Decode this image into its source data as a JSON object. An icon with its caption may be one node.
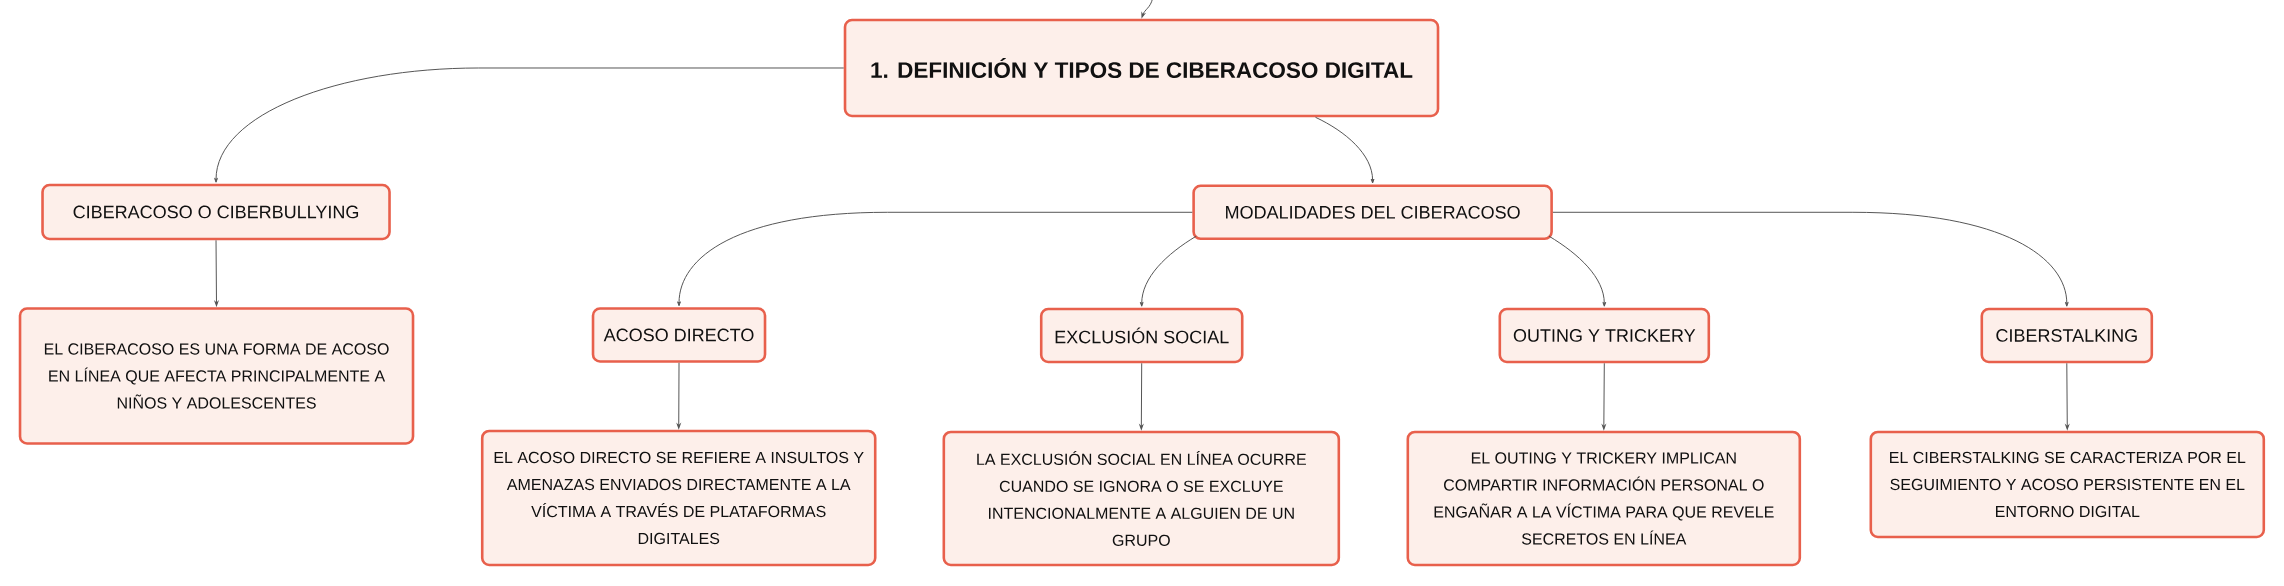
{
  "diagram": {
    "nodes": [
      {
        "text": [
          "1. DEFINICIÓN Y TIPOS DE CIBERACOSO DIGITAL"
        ]
      },
      {
        "text": [
          "CIBERACOSO O CIBERBULLYING"
        ]
      },
      {
        "text": [
          "EL CIBERACOSO ES UNA FORMA DE ACOSO EN LÍNEA QUE AFECTA PRINCIPALMENTE A NIÑOS Y ADOLESCENTES"
        ]
      },
      {
        "text": [
          "MODALIDADES DEL CIBERACOSO"
        ]
      },
      {
        "text": [
          "ACOSO DIRECTO"
        ]
      },
      {
        "text": [
          "EL ACOSO DIRECTO SE REFIERE A INSULTOS Y AMENAZAS ENVIADOS DIRECTAMENTE A LA VÍCTIMA A TRAVÉS DE PLATAFORMAS DIGITALES"
        ]
      },
      {
        "text": [
          "EXCLUSIÓN SOCIAL"
        ]
      },
      {
        "text": [
          "LA EXCLUSIÓN SOCIAL EN LÍNEA OCURRE CUANDO SE IGNORA O SE EXCLUYE INTENCIONALMENTE A ALGUIEN DE UN GRUPO"
        ]
      },
      {
        "text": [
          "OUTING Y TRICKERY"
        ]
      },
      {
        "text": [
          "EL OUTING Y TRICKERY IMPLICAN COMPARTIR INFORMACIÓN PERSONAL O ENGAÑAR A LA VÍCTIMA PARA QUE REVELE SECRETOS EN LÍNEA"
        ]
      },
      {
        "text": [
          "CIBERSTALKING"
        ]
      },
      {
        "text": [
          "EL CIBERSTALKING SE CARACTERIZA POR EL SEGUIMIENTO Y ACOSO PERSISTENTE EN EL ENTORNO DIGITAL"
        ]
      }
    ],
    "edges": [
      {
        "from": null,
        "to": 0,
        "arrow": "to"
      },
      {
        "from": 0,
        "to": 1,
        "arrow": "to"
      },
      {
        "from": 1,
        "to": 2,
        "arrow": "to"
      },
      {
        "from": 0,
        "to": 3,
        "arrow": "to"
      },
      {
        "from": 3,
        "to": 4,
        "arrow": "to"
      },
      {
        "from": 4,
        "to": 5,
        "arrow": "to"
      },
      {
        "from": 3,
        "to": 6,
        "arrow": "to"
      },
      {
        "from": 6,
        "to": 7,
        "arrow": "to"
      },
      {
        "from": 3,
        "to": 8,
        "arrow": "to"
      },
      {
        "from": 8,
        "to": 9,
        "arrow": "to"
      },
      {
        "from": 3,
        "to": 10,
        "arrow": "to"
      },
      {
        "from": 10,
        "to": 11,
        "arrow": "to"
      }
    ]
  }
}
